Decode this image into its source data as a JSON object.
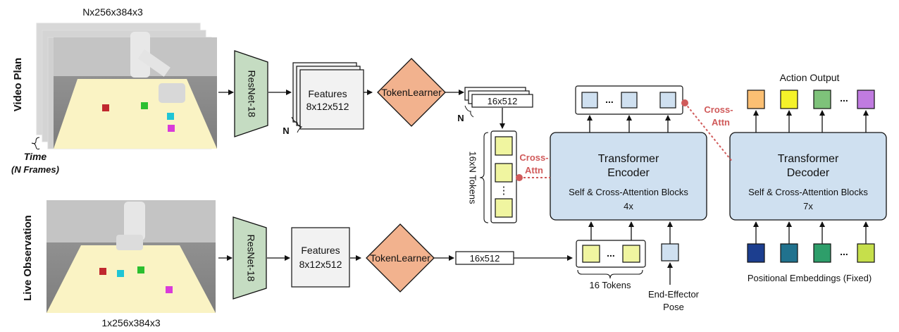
{
  "inputs": {
    "video_plan_label": "Video Plan",
    "video_shape": "Nx256x384x3",
    "time_label": "Time",
    "time_sub": "(N Frames)",
    "live_label": "Live Observation",
    "live_shape": "1x256x384x3"
  },
  "backbone": {
    "resnet_top": "ResNet-18",
    "resnet_bottom": "ResNet-18",
    "features_title": "Features",
    "features_shape": "8x12x512",
    "n_label": "N"
  },
  "tokenlearner": {
    "top": "TokenLearner",
    "bottom": "TokenLearner",
    "top_out": "16x512",
    "bottom_out": "16x512",
    "n_label": "N",
    "tokens_label": "16xN Tokens"
  },
  "encoder": {
    "title": "Transformer",
    "title2": "Encoder",
    "blocks": "Self & Cross-Attention Blocks",
    "repeat": "4x",
    "cross_attn_1": "Cross-",
    "cross_attn_2": "Attn",
    "input_tokens_label": "16 Tokens",
    "ee_label_1": "End-Effector",
    "ee_label_2": "Pose"
  },
  "decoder": {
    "title": "Transformer",
    "title2": "Decoder",
    "blocks": "Self & Cross-Attention Blocks",
    "repeat": "7x",
    "cross_attn_1": "Cross-",
    "cross_attn_2": "Attn",
    "output_label": "Action Output",
    "pos_label": "Positional Embeddings (Fixed)"
  },
  "ellipsis": "...",
  "vellipsis": "⋮",
  "colors": {
    "resnet": "#c5dcc2",
    "tokenlearner": "#f2b28e",
    "transformer": "#cfe0f0",
    "token_yellow": "#f0f5a0",
    "cross_attn": "#d05a5a",
    "action": [
      "#fbbf73",
      "#f5f22a",
      "#7ec27a",
      "#c07be0"
    ],
    "positional": [
      "#1c3e8f",
      "#21728e",
      "#2e9e6a",
      "#c6df4b"
    ]
  }
}
